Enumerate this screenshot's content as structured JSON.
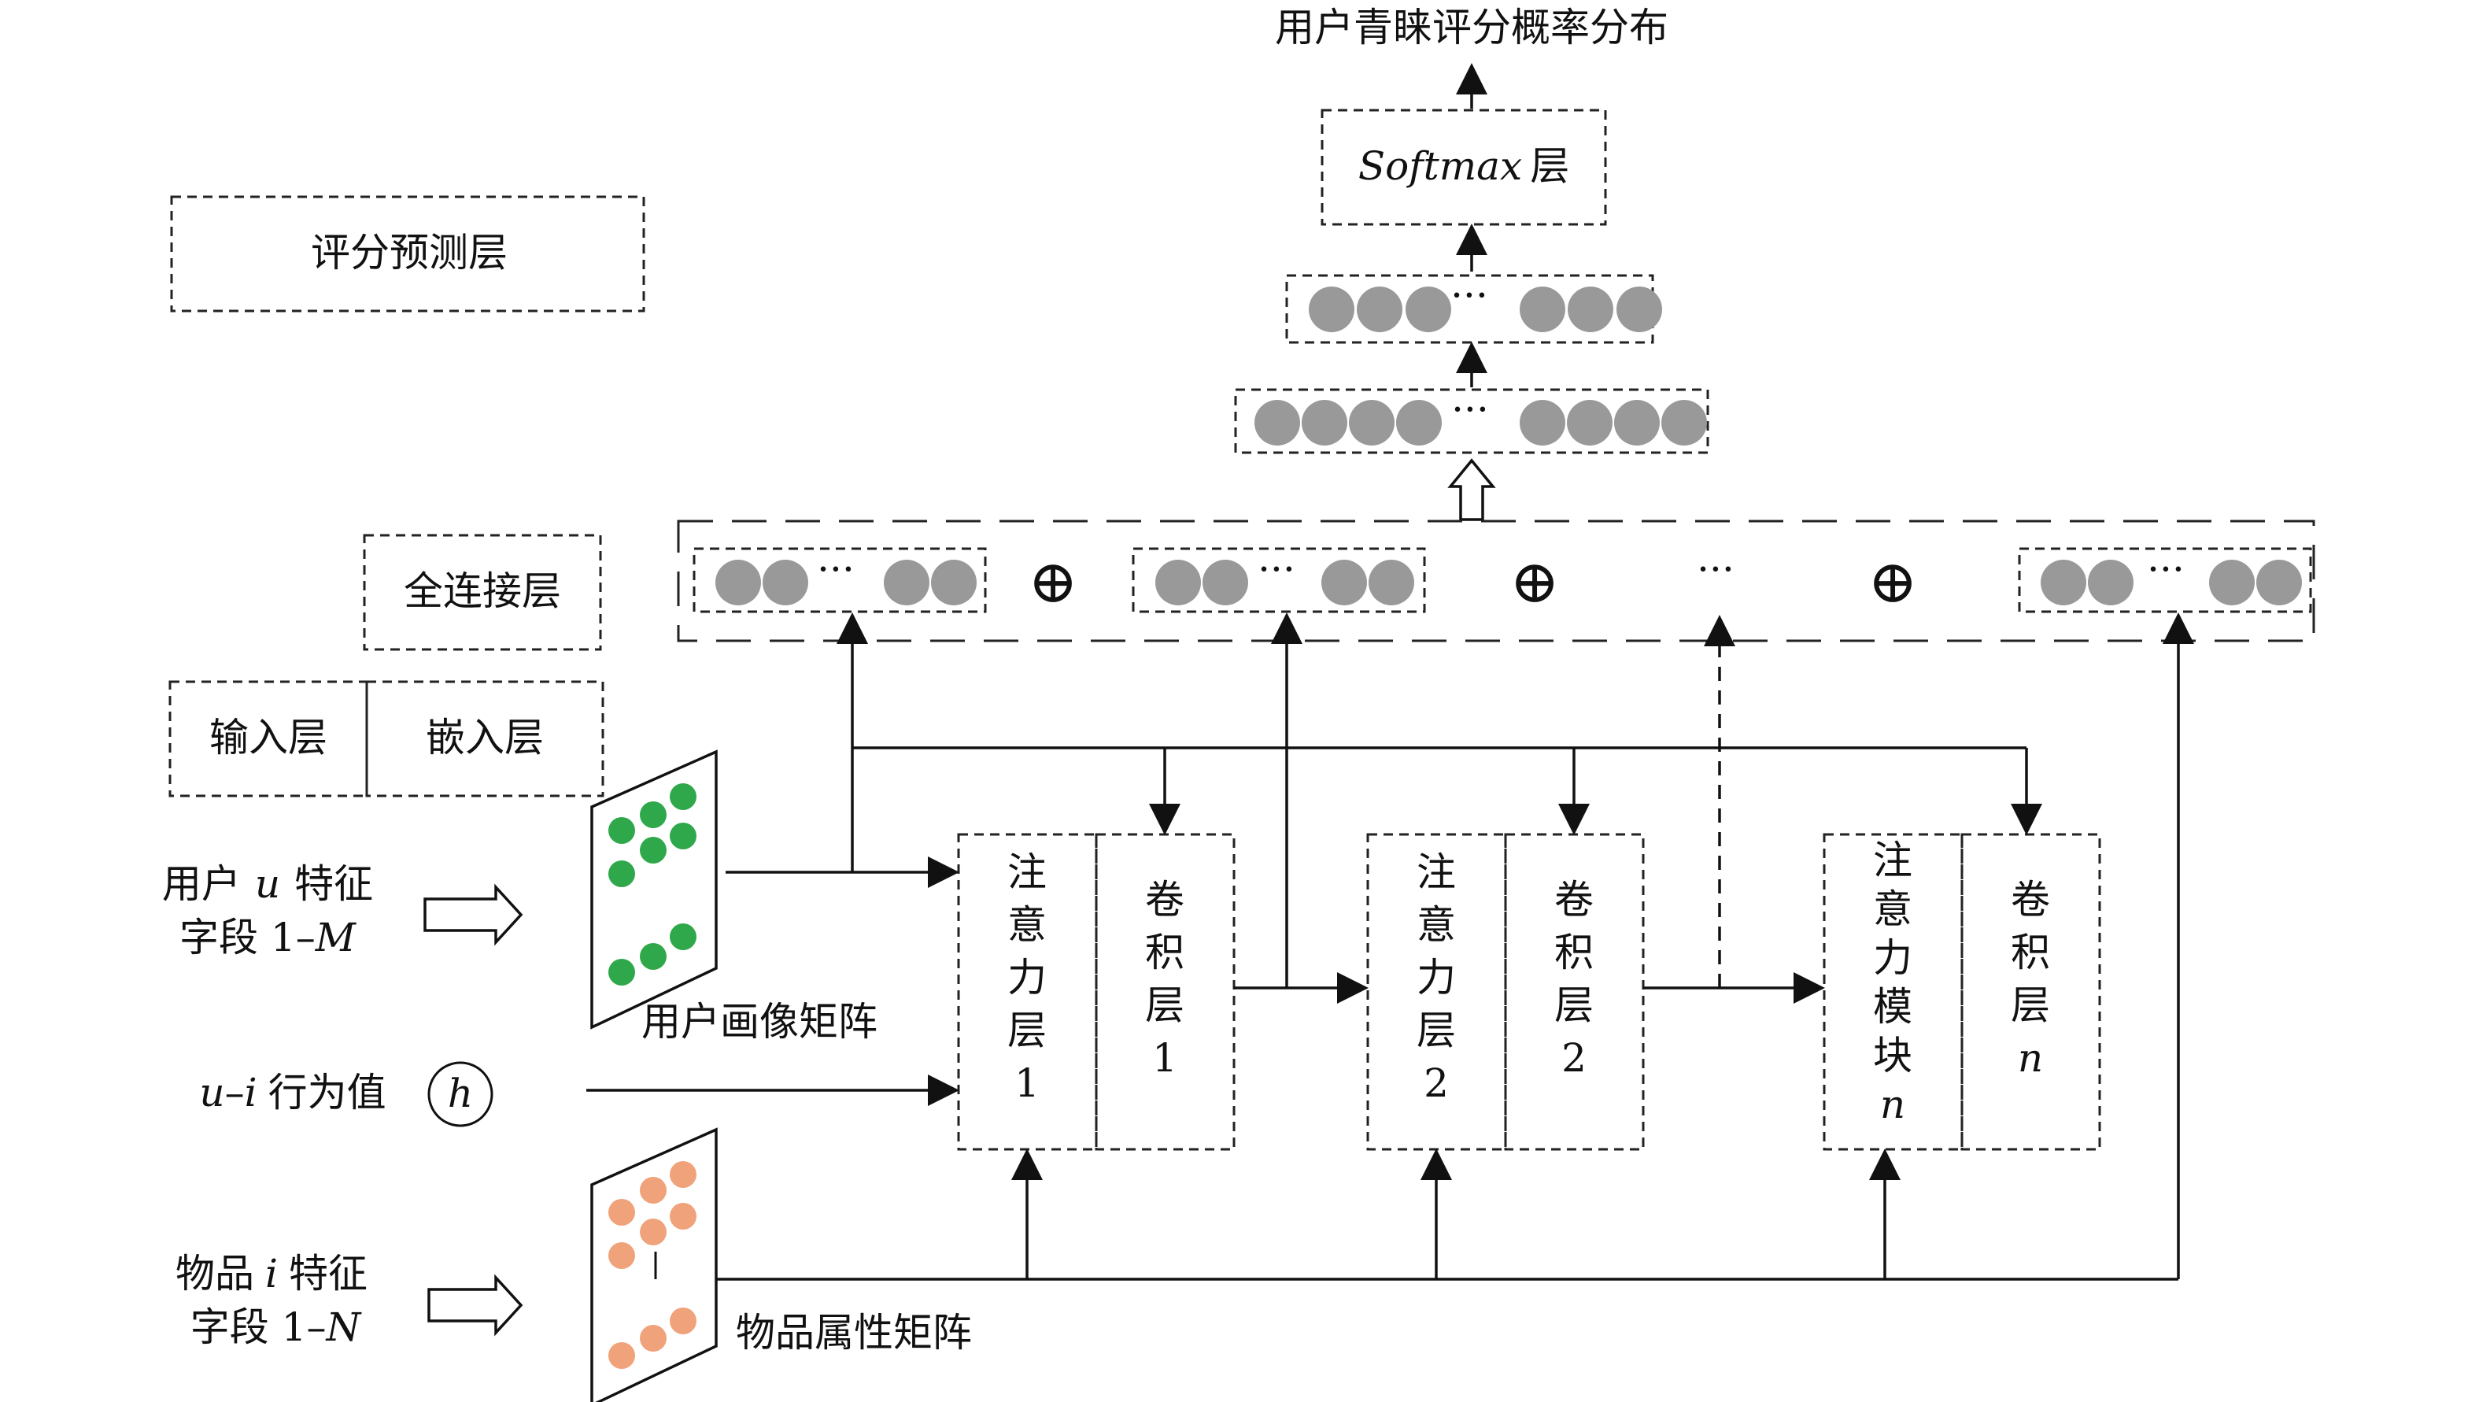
{
  "title": "用户青睐评分概率分布",
  "softmax": {
    "label": "Softmax",
    "suffix": "层"
  },
  "layers": {
    "prediction": "评分预测层",
    "fully_connected": "全连接层",
    "input": "输入层",
    "embedding": "嵌入层"
  },
  "inputs": {
    "user": {
      "line1": "用户",
      "var": "u",
      "line1_tail": "特征",
      "line2": "字段 1–",
      "line2_var": "M"
    },
    "behavior": {
      "var1": "u",
      "sep": "–",
      "var2": "i",
      "text": "行为值",
      "symbol": "h"
    },
    "item": {
      "line1": "物品",
      "var": "i",
      "line1_tail": "特征",
      "line2": "字段 1–",
      "line2_var": "N"
    }
  },
  "matrices": {
    "user": {
      "label": "用户画像矩阵",
      "dot_color": "#2ea84a"
    },
    "item": {
      "label": "物品属性矩阵",
      "dot_color": "#f0a27a"
    }
  },
  "modules": [
    {
      "attention": [
        "注",
        "意",
        "力",
        "层",
        "1"
      ],
      "conv": [
        "卷",
        "积",
        "层",
        "1"
      ]
    },
    {
      "attention": [
        "注",
        "意",
        "力",
        "层",
        "2"
      ],
      "conv": [
        "卷",
        "积",
        "层",
        "2"
      ]
    },
    {
      "attention": [
        "注",
        "意",
        "力",
        "模",
        "块",
        "n"
      ],
      "conv": [
        "卷",
        "积",
        "层",
        "n"
      ]
    }
  ],
  "ellipsis": "···",
  "concat_symbol": "⊕"
}
